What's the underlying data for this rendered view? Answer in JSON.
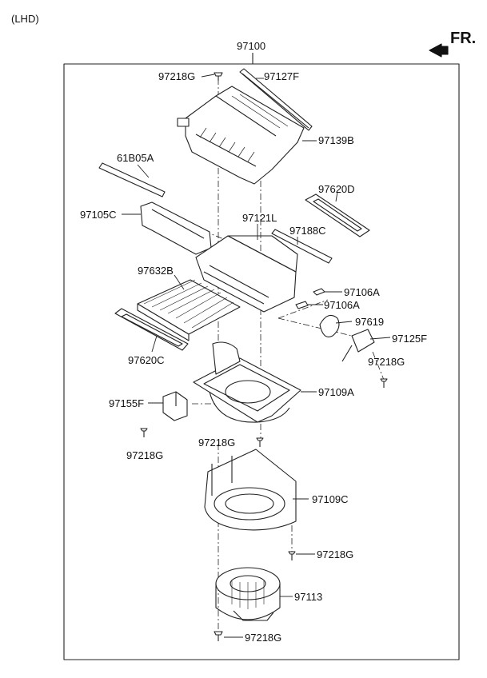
{
  "header": {
    "variant": "(LHD)",
    "orientation": "FR."
  },
  "assembly": "97100",
  "parts": [
    {
      "id": "p1",
      "code": "97218G"
    },
    {
      "id": "p2",
      "code": "97127F"
    },
    {
      "id": "p3",
      "code": "97139B"
    },
    {
      "id": "p4",
      "code": "61B05A"
    },
    {
      "id": "p5",
      "code": "97620D"
    },
    {
      "id": "p6",
      "code": "97105C"
    },
    {
      "id": "p7",
      "code": "97121L"
    },
    {
      "id": "p8",
      "code": "97188C"
    },
    {
      "id": "p9",
      "code": "97632B"
    },
    {
      "id": "p10",
      "code": "97106A"
    },
    {
      "id": "p11",
      "code": "97106A"
    },
    {
      "id": "p12",
      "code": "97619"
    },
    {
      "id": "p13",
      "code": "97125F"
    },
    {
      "id": "p14",
      "code": "97620C"
    },
    {
      "id": "p15",
      "code": "97218G"
    },
    {
      "id": "p16",
      "code": "97109A"
    },
    {
      "id": "p17",
      "code": "97155F"
    },
    {
      "id": "p18",
      "code": "97218G"
    },
    {
      "id": "p19",
      "code": "97218G"
    },
    {
      "id": "p20",
      "code": "97109C"
    },
    {
      "id": "p21",
      "code": "97218G"
    },
    {
      "id": "p22",
      "code": "97113"
    },
    {
      "id": "p23",
      "code": "97218G"
    }
  ]
}
